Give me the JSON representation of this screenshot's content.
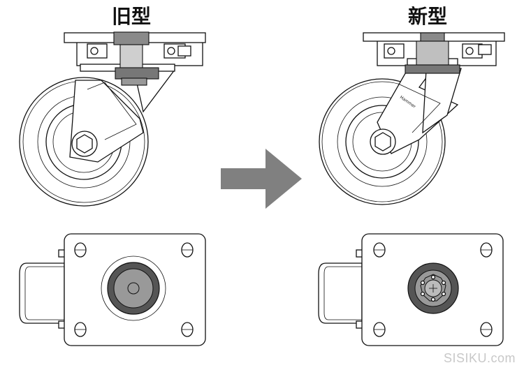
{
  "labels": {
    "old": "旧型",
    "new": "新型"
  },
  "watermark": "SISIKU.com",
  "colors": {
    "line": "#111111",
    "arrow": "#808080",
    "hub_dark": "#555555",
    "hub_mid": "#999999",
    "watermark": "#c8c8c8"
  },
  "icons": {
    "arrow": "right-arrow-icon"
  }
}
